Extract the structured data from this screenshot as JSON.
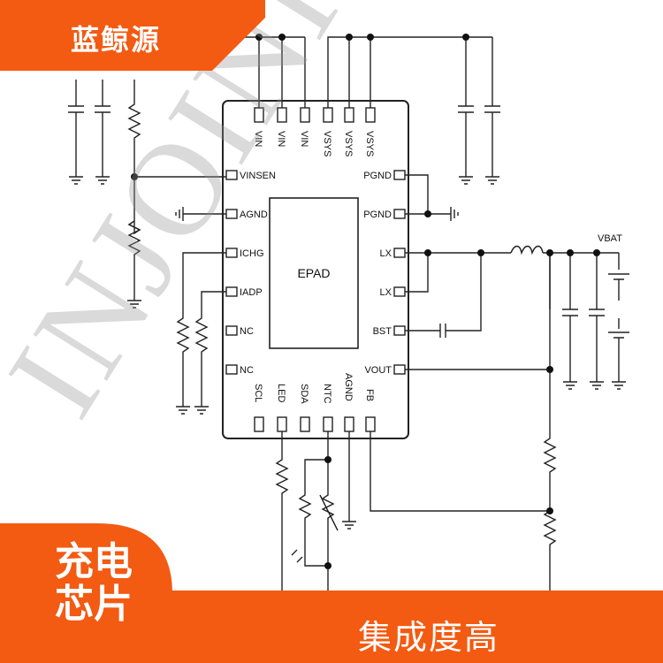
{
  "brand": {
    "name": "蓝鲸源",
    "color": "#f35a12"
  },
  "watermark": "INJOINIC",
  "product_tag": {
    "line1": "充电",
    "line2": "芯片"
  },
  "feature_text": "集成度高",
  "chip": {
    "center_label": "EPAD",
    "top_pins": [
      "VIN",
      "VIN",
      "VIN",
      "VSYS",
      "VSYS",
      "VSYS"
    ],
    "left_pins": [
      "VINSEN",
      "AGND",
      "ICHG",
      "IADP",
      "NC",
      "NC"
    ],
    "right_pins": [
      "PGND",
      "PGND",
      "LX",
      "LX",
      "BST",
      "VOUT"
    ],
    "bottom_pins": [
      "SCL",
      "LED",
      "SDA",
      "NTC",
      "AGND",
      "FB"
    ]
  },
  "net_labels": {
    "vbat": "VBAT"
  }
}
